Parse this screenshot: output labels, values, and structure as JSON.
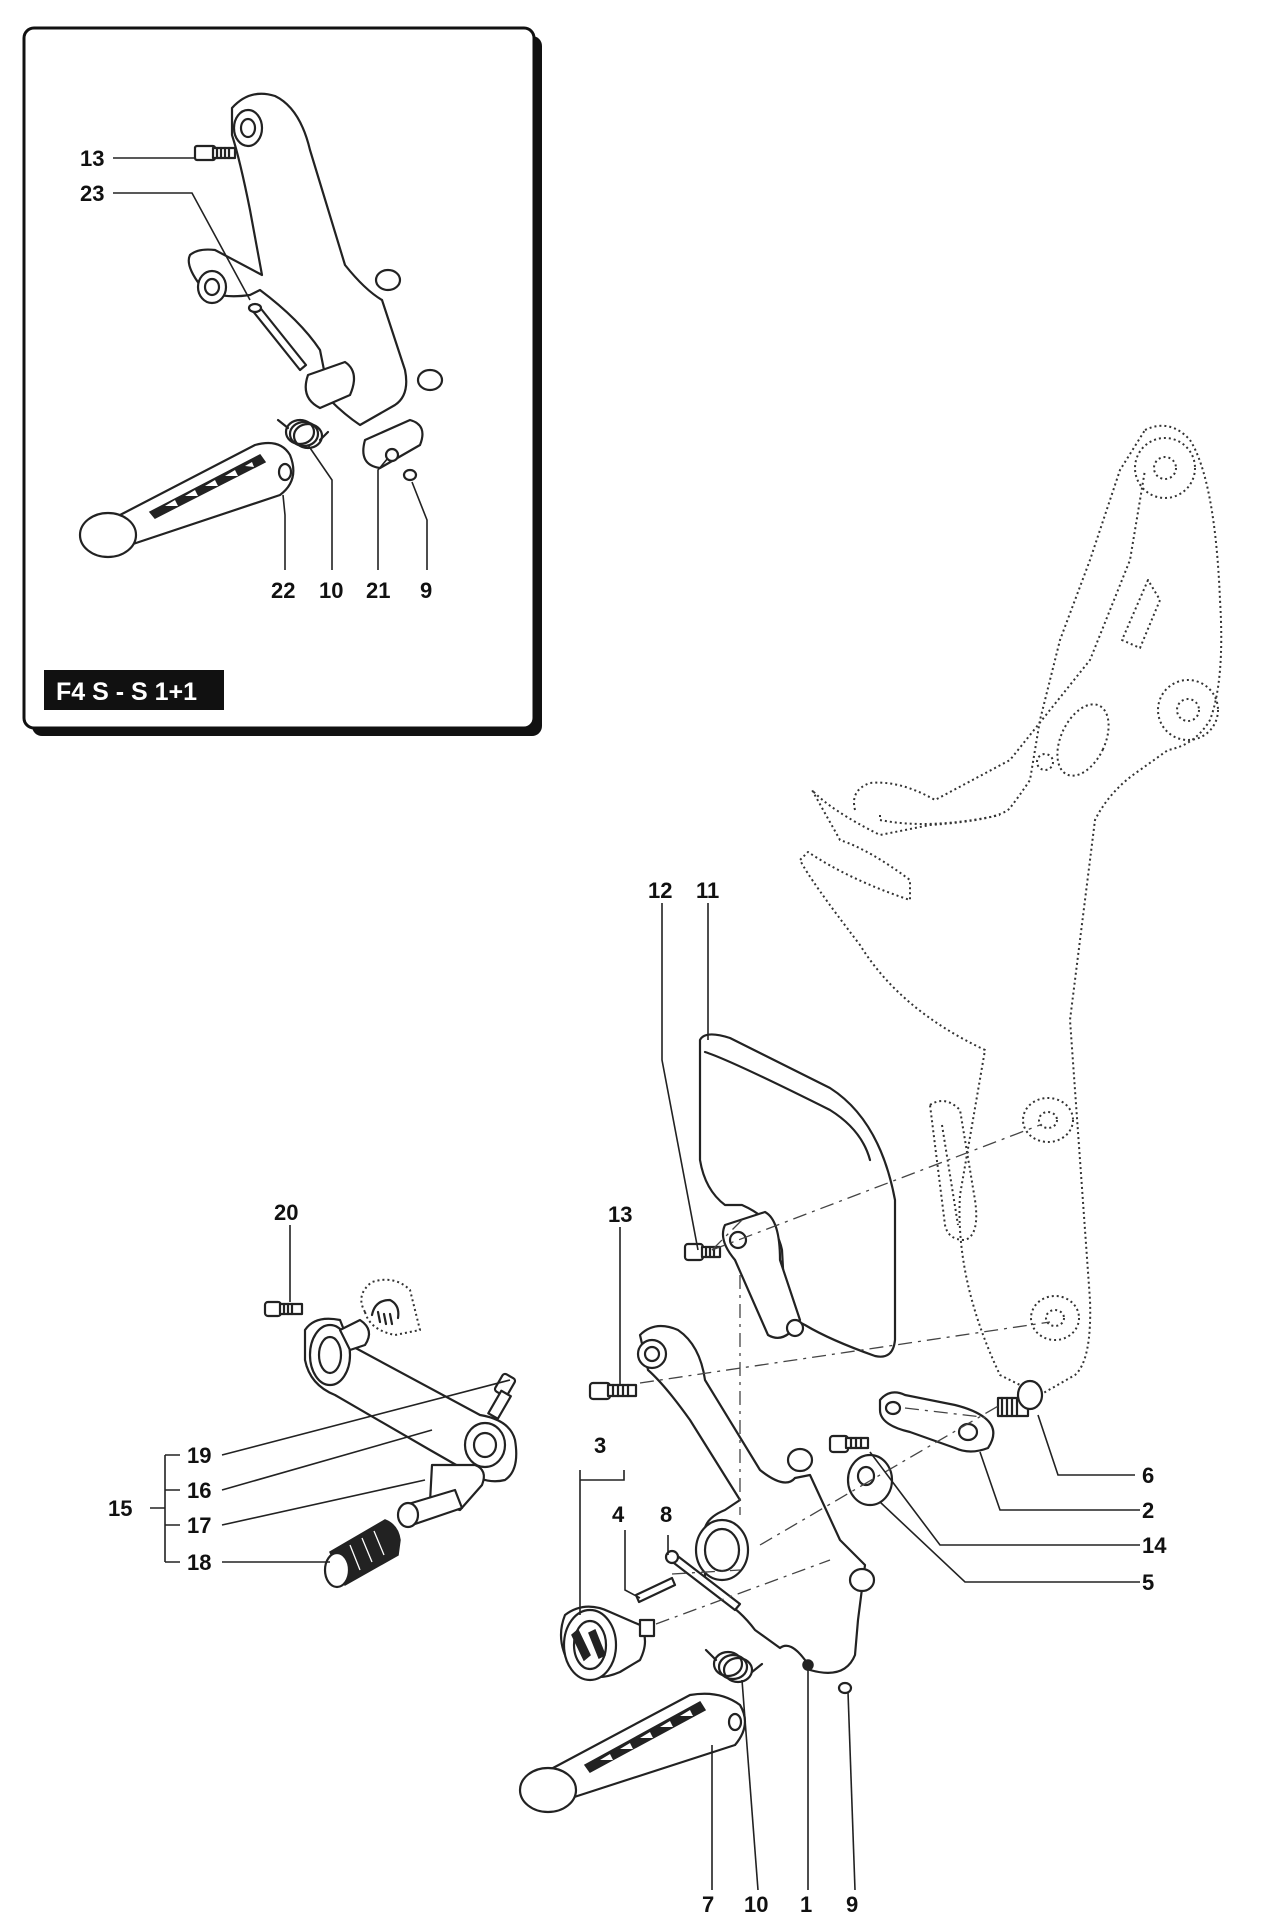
{
  "inset": {
    "badge": "F4 S - S 1+1",
    "labels": [
      "13",
      "23",
      "22",
      "10",
      "21",
      "9"
    ]
  },
  "main": {
    "labels": {
      "l12": "12",
      "l11": "11",
      "l13": "13",
      "l20": "20",
      "l19": "19",
      "l16": "16",
      "l15": "15",
      "l17": "17",
      "l18": "18",
      "l3": "3",
      "l4": "4",
      "l8": "8",
      "l6": "6",
      "l2": "2",
      "l14": "14",
      "l5": "5",
      "l7": "7",
      "l10": "10",
      "l1": "1",
      "l9": "9"
    }
  }
}
